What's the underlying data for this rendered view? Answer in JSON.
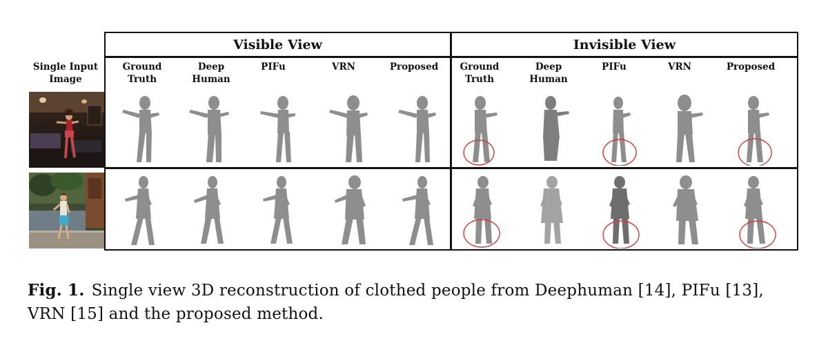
{
  "header": {
    "input_label": "Single Input Image",
    "groups": [
      {
        "title": "Visible View",
        "columns": [
          {
            "label": "Ground Truth"
          },
          {
            "label": "Deep Human"
          },
          {
            "label": "PIFu"
          },
          {
            "label": "VRN"
          },
          {
            "label": "Proposed"
          }
        ]
      },
      {
        "title": "Invisible View",
        "columns": [
          {
            "label": "Ground Truth"
          },
          {
            "label": "Deep Human"
          },
          {
            "label": "PIFu"
          },
          {
            "label": "VRN"
          },
          {
            "label": "Proposed"
          }
        ]
      }
    ]
  },
  "rows": [
    {
      "photo": "indoor-dancer-photo",
      "pose": "arms-forward"
    },
    {
      "photo": "outdoor-person-photo",
      "pose": "arm-out"
    }
  ],
  "highlight_columns": [
    "Ground Truth",
    "PIFu",
    "Proposed"
  ],
  "colors": {
    "mesh": "#8e8e8e",
    "circle": "#d23b3b",
    "rule": "#111111"
  },
  "caption": {
    "label": "Fig. 1.",
    "text": "Single view 3D reconstruction of clothed people from Deephuman [14], PIFu [13], VRN [15] and the proposed method."
  }
}
